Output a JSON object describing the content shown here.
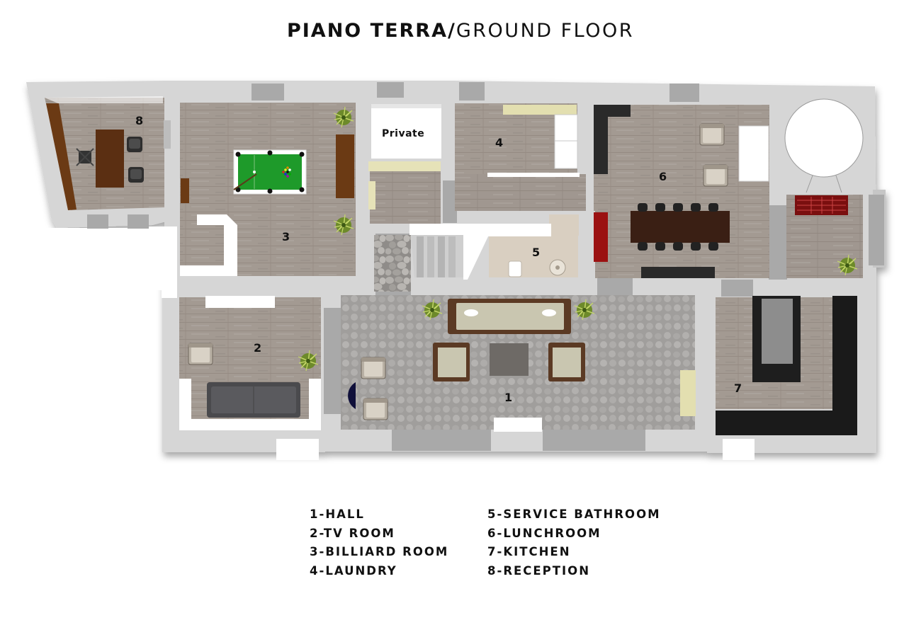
{
  "title": {
    "bold": "PIANO TERRA",
    "slash": "/",
    "light": "GROUND FLOOR"
  },
  "rooms": [
    {
      "number": "1",
      "name": "HALL"
    },
    {
      "number": "2",
      "name": "TV ROOM"
    },
    {
      "number": "3",
      "name": "BILLIARD ROOM"
    },
    {
      "number": "4",
      "name": "LAUNDRY"
    },
    {
      "number": "5",
      "name": "SERVICE BATHROOM"
    },
    {
      "number": "6",
      "name": "LUNCHROOM"
    },
    {
      "number": "7",
      "name": "KITCHEN"
    },
    {
      "number": "8",
      "name": "RECEPTION"
    }
  ],
  "private_label": "Private",
  "legend": {
    "left": [
      "1-HALL",
      "2-TV ROOM",
      "3-BILLIARD ROOM",
      "4-LAUNDRY"
    ],
    "right": [
      "5-SERVICE BATHROOM",
      "6-LUNCHROOM",
      "7-KITCHEN",
      "8-RECEPTION"
    ]
  },
  "colors": {
    "wall": "#d6d6d6",
    "wall_edge": "#b5b5b5",
    "wood_floor": "#a39a92",
    "stone_floor": "#9e9b97",
    "billiard_felt": "#1e9a2a"
  }
}
